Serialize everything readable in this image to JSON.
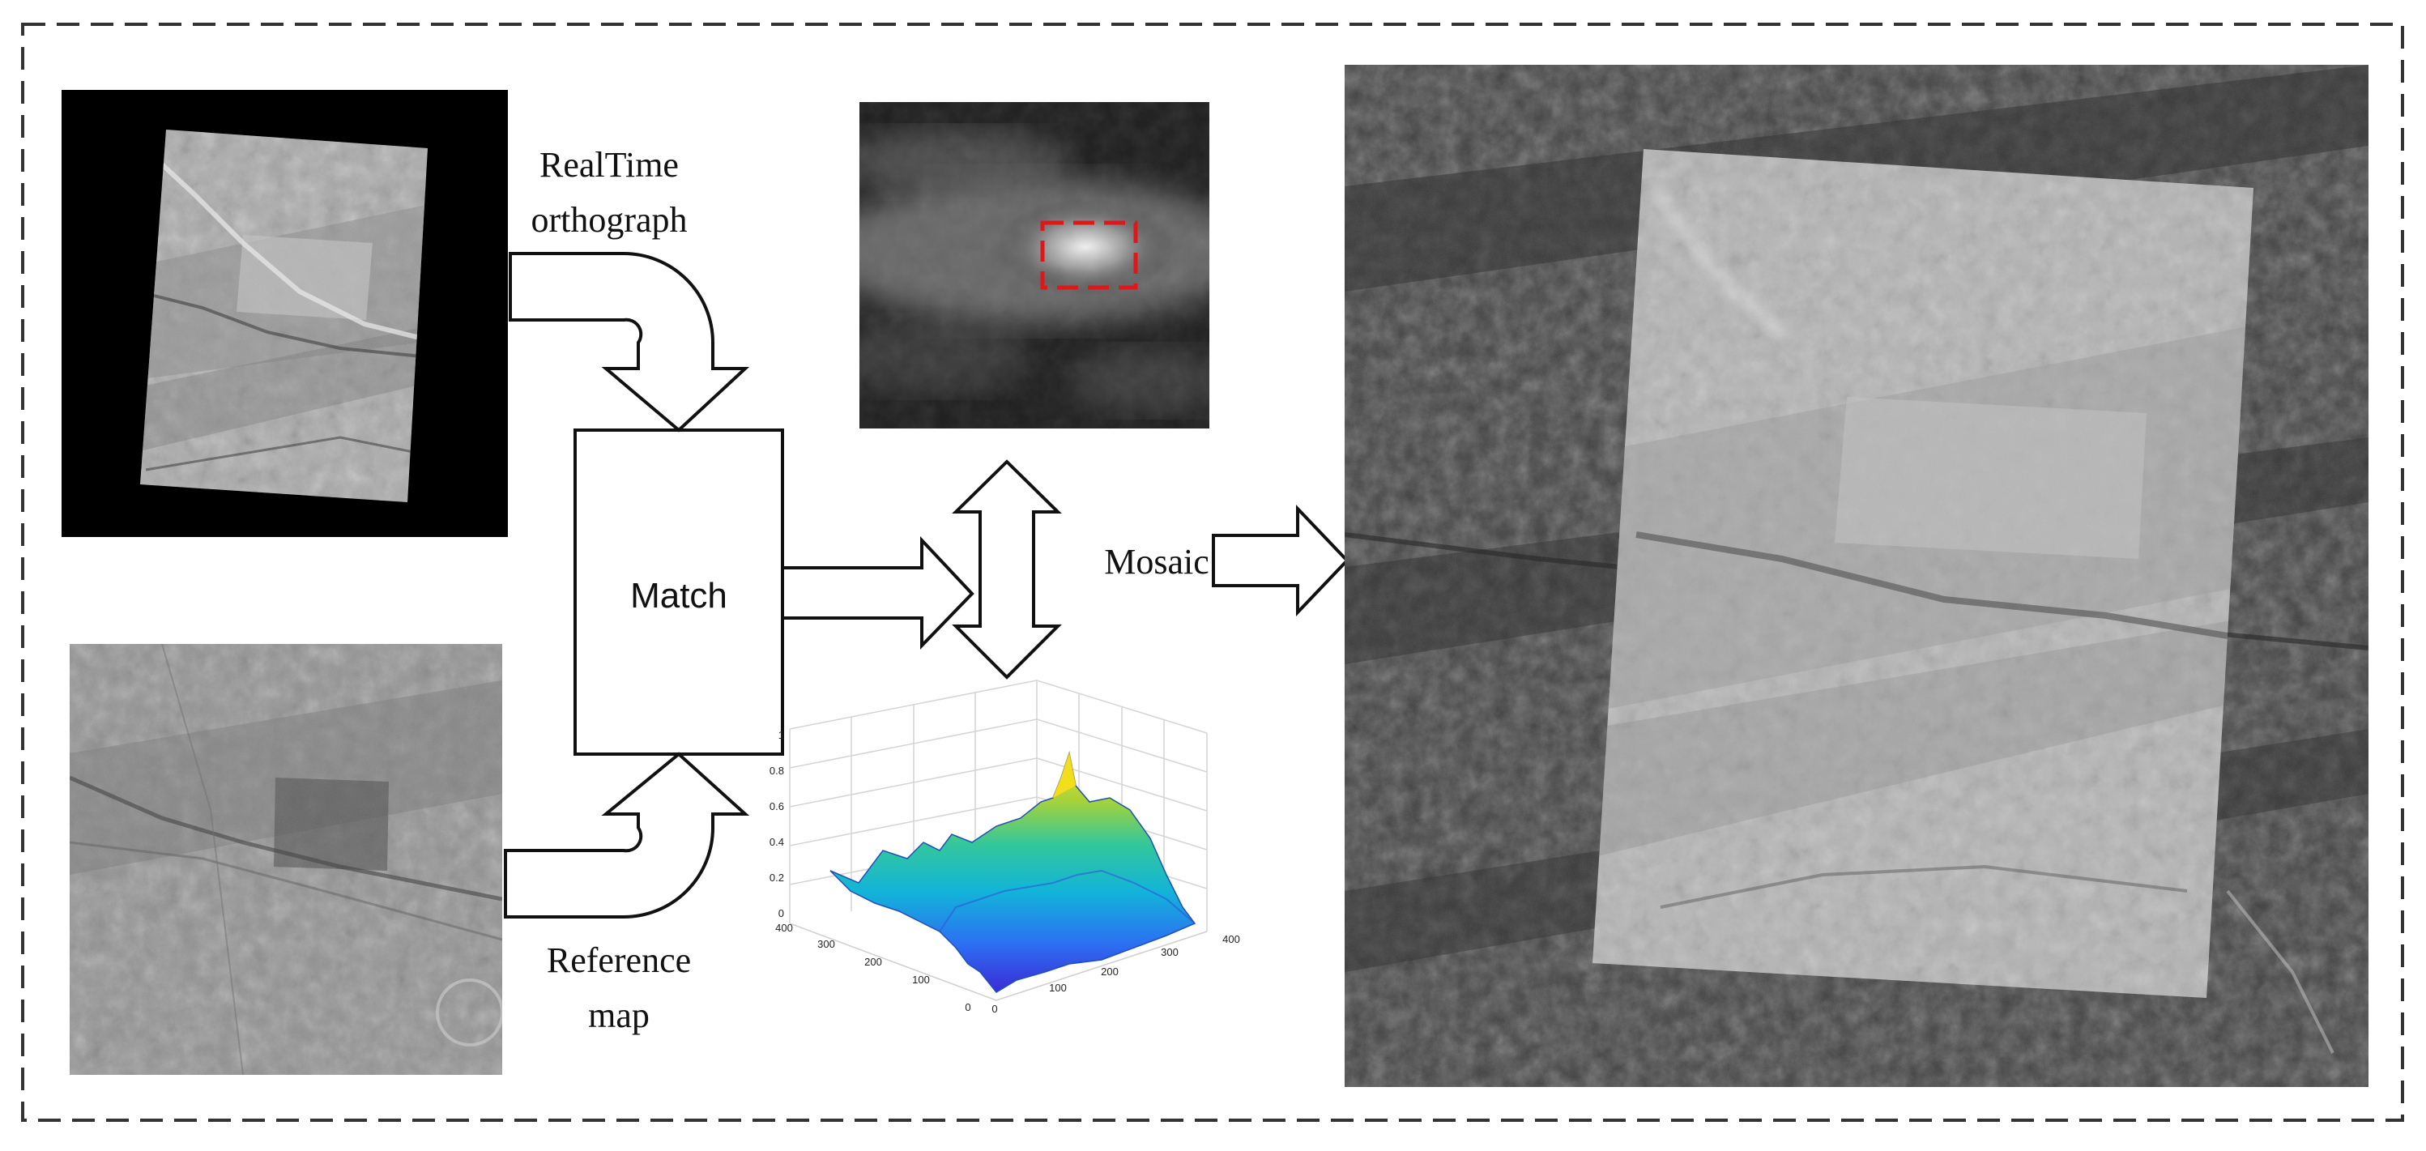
{
  "labels": {
    "realtime_line1": "RealTime",
    "realtime_line2": "orthograph",
    "match": "Match",
    "reference_line1": "Reference",
    "reference_line2": "map",
    "mosaic": "Mosaic"
  },
  "surface_plot": {
    "z_ticks": [
      "0",
      "0.2",
      "0.4",
      "0.6",
      "0.8",
      "1"
    ],
    "x_ticks": [
      "0",
      "100",
      "200",
      "300",
      "400"
    ],
    "y_ticks": [
      "0",
      "100",
      "200",
      "300",
      "400"
    ]
  },
  "colors": {
    "frame": "#333333",
    "outline": "#111111",
    "highlight": "#e0161b"
  }
}
